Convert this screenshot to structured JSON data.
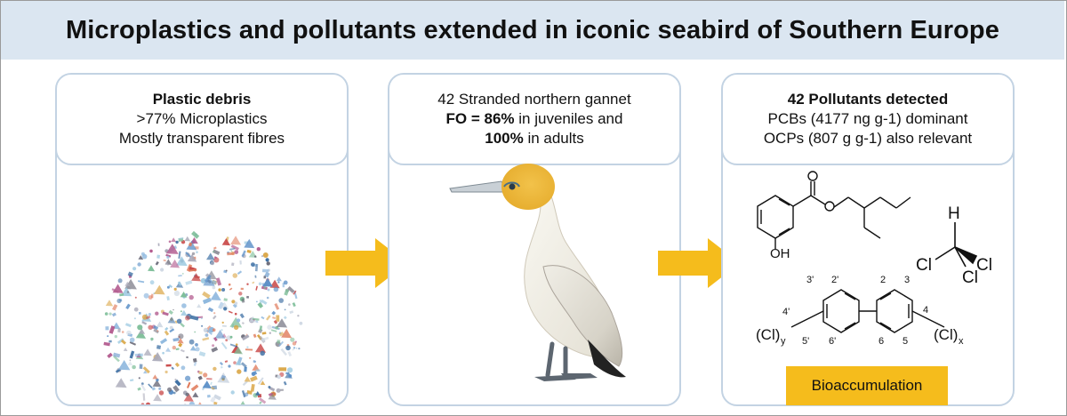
{
  "header": {
    "title": "Microplastics and pollutants extended in iconic seabird of Southern Europe"
  },
  "panels": {
    "plastic": {
      "line1": "Plastic debris",
      "line2": ">77% Microplastics",
      "line3": "Mostly transparent fibres"
    },
    "gannet": {
      "line1": "42 Stranded northern gannet",
      "fo_label": "FO = 86%",
      "line2_rest": " in juveniles and",
      "adult_pct": "100%",
      "line3_rest": " in adults"
    },
    "pollutants": {
      "line1": "42 Pollutants detected",
      "line2": "PCBs (4177 ng g-1) dominant",
      "line3": "OCPs (807 g g-1) also relevant"
    }
  },
  "chem": {
    "oh": "OH",
    "h": "H",
    "cl1": "Cl",
    "cl2": "Cl",
    "cl3": "Cl",
    "n3p": "3'",
    "n2p": "2'",
    "n2": "2",
    "n3": "3",
    "n4p": "4'",
    "n4": "4",
    "n5p": "5'",
    "n6p": "6'",
    "n6": "6",
    "n5": "5",
    "cly": "(Cl)",
    "y": "y",
    "clx": "(Cl)",
    "x": "x"
  },
  "bioaccumulation": "Bioaccumulation",
  "colors": {
    "arrow": "#f5bc1c",
    "header_bg": "#dbe6f1",
    "panel_border": "#c3d3e3"
  }
}
